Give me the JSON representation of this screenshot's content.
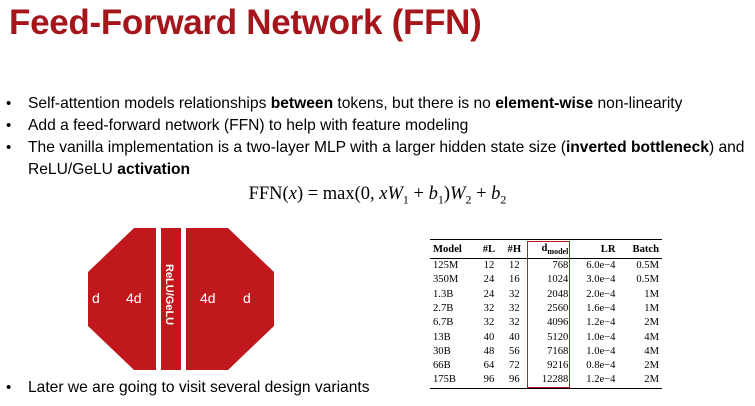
{
  "title": "Feed-Forward Network (FFN)",
  "bullets": [
    {
      "parts": [
        {
          "t": "Self-attention models relationships "
        },
        {
          "t": "between",
          "b": true
        },
        {
          "t": " tokens, but there is no "
        },
        {
          "t": "element-wise",
          "b": true
        },
        {
          "t": " non-linearity"
        }
      ]
    },
    {
      "parts": [
        {
          "t": "Add a feed-forward network (FFN) to help with feature modeling"
        }
      ]
    },
    {
      "parts": [
        {
          "t": "The vanilla implementation is a two-layer MLP with a larger hidden state size ("
        },
        {
          "t": "inverted bottleneck",
          "b": true
        },
        {
          "t": ") and ReLU/GeLU "
        },
        {
          "t": "activation",
          "b": true
        }
      ]
    }
  ],
  "last_bullet": "Later we are going to visit several design variants",
  "bullet_glyph": "•",
  "formula": {
    "lhs": "FFN(",
    "var": "x",
    "eq": ") = max(0, ",
    "xw1": "xW",
    "s1": "1",
    "p1": " + ",
    "b1": "b",
    "s2": "1",
    "mid": ")",
    "w2": "W",
    "s3": "2",
    "p2": " + ",
    "b2": "b",
    "s4": "2"
  },
  "diagram": {
    "left_d": "d",
    "left_4d": "4d",
    "activation": "ReLU/GeLU",
    "right_4d": "4d",
    "right_d": "d",
    "color": "#c0181c"
  },
  "table": {
    "columns": [
      "Model",
      "#L",
      "#H",
      "d",
      "LR",
      "Batch"
    ],
    "dmodel_sub": "model",
    "rows": [
      [
        "125M",
        "12",
        "12",
        "768",
        "6.0e−4",
        "0.5M"
      ],
      [
        "350M",
        "24",
        "16",
        "1024",
        "3.0e−4",
        "0.5M"
      ],
      [
        "1.3B",
        "24",
        "32",
        "2048",
        "2.0e−4",
        "1M"
      ],
      [
        "2.7B",
        "32",
        "32",
        "2560",
        "1.6e−4",
        "1M"
      ],
      [
        "6.7B",
        "32",
        "32",
        "4096",
        "1.2e−4",
        "2M"
      ],
      [
        "13B",
        "40",
        "40",
        "5120",
        "1.0e−4",
        "4M"
      ],
      [
        "30B",
        "48",
        "56",
        "7168",
        "1.0e−4",
        "4M"
      ],
      [
        "66B",
        "64",
        "72",
        "9216",
        "0.8e−4",
        "2M"
      ],
      [
        "175B",
        "96",
        "96",
        "12288",
        "1.2e−4",
        "2M"
      ]
    ],
    "highlight_color": "#c0181c"
  },
  "colors": {
    "title": "#a4161b",
    "accent": "#c0181c"
  }
}
